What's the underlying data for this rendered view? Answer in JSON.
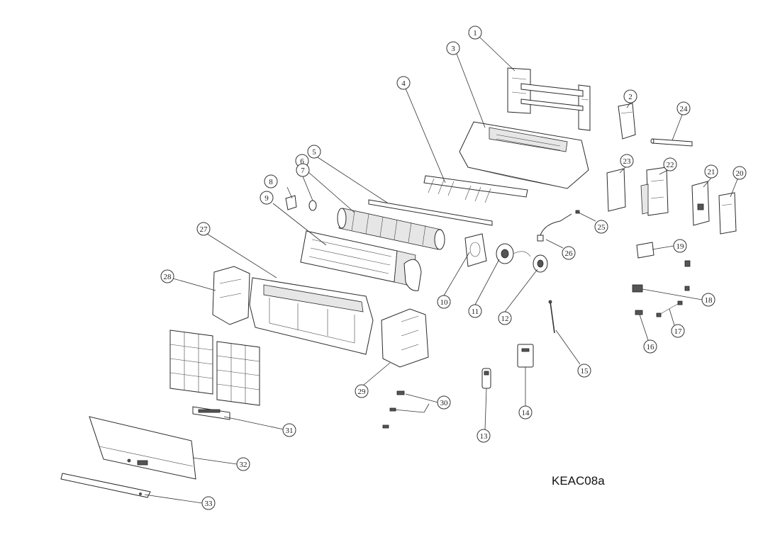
{
  "diagram": {
    "model_code": "KEAC08a",
    "callouts": [
      "1",
      "2",
      "3",
      "4",
      "5",
      "6",
      "7",
      "8",
      "9",
      "10",
      "11",
      "12",
      "13",
      "14",
      "15",
      "16",
      "17",
      "18",
      "19",
      "20",
      "21",
      "22",
      "23",
      "24",
      "25",
      "26",
      "27",
      "28",
      "29",
      "30",
      "31",
      "32",
      "33"
    ]
  }
}
